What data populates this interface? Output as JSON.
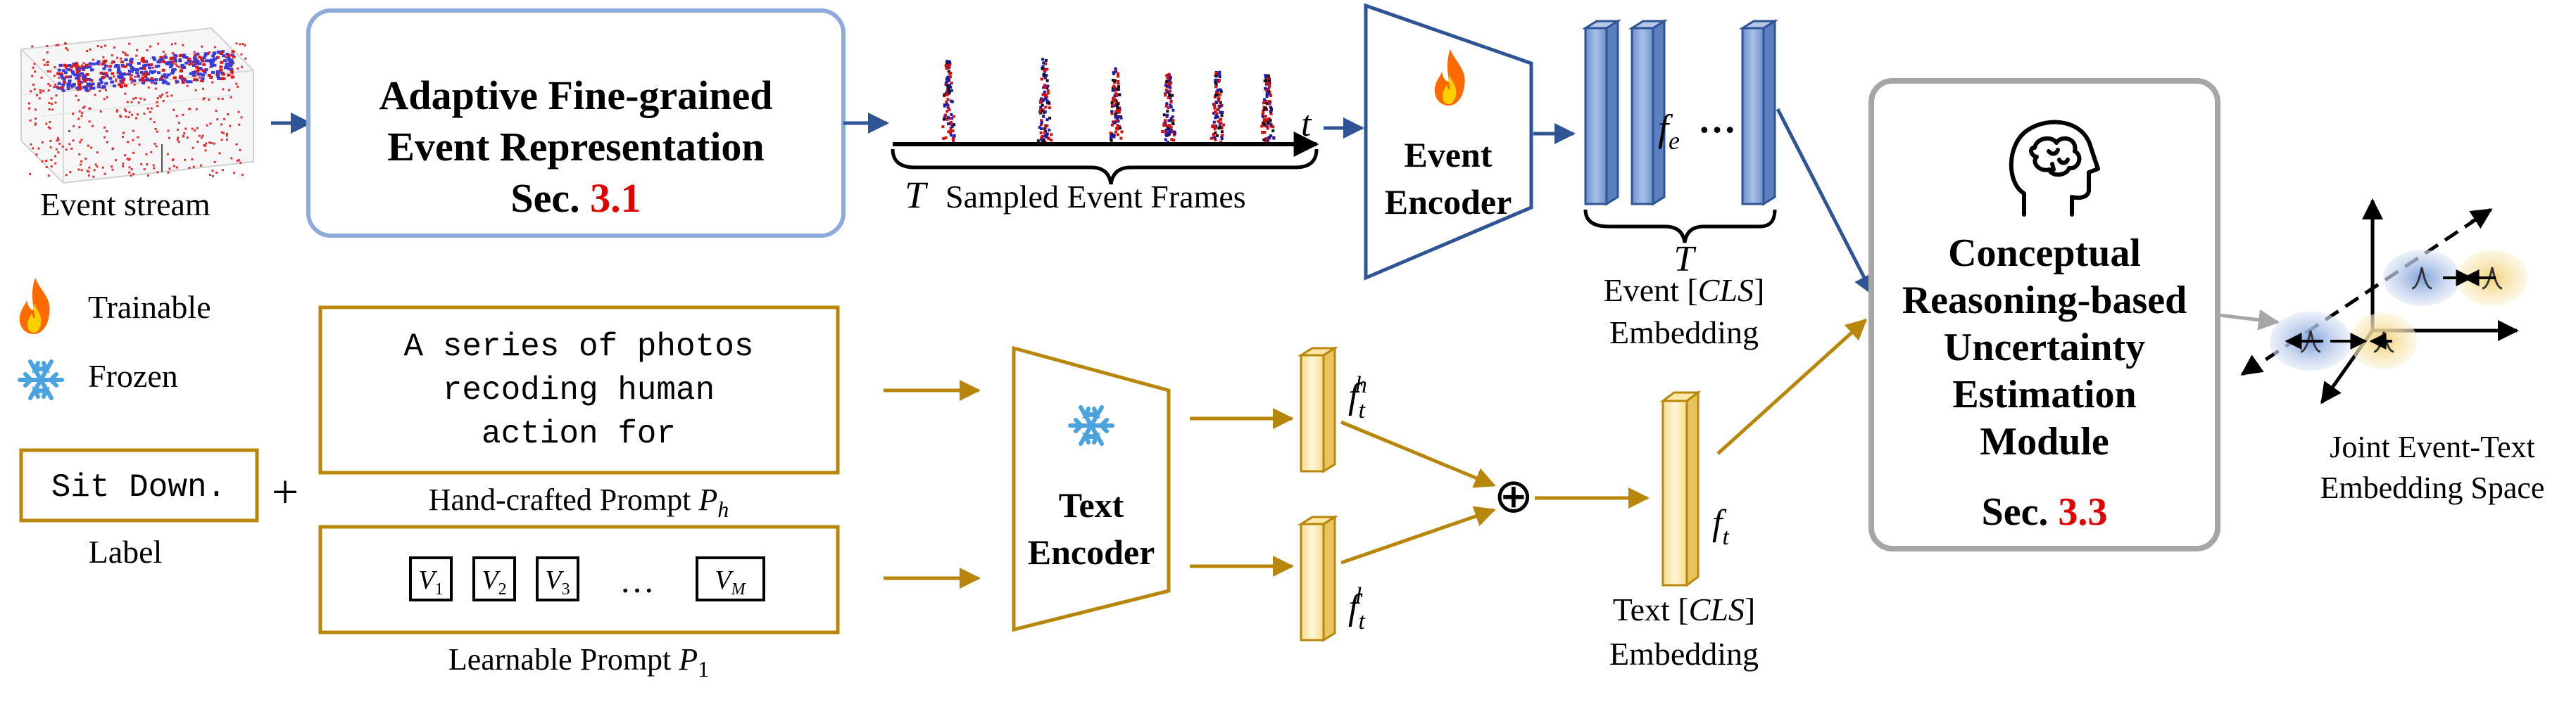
{
  "event_stream": {
    "label": "Event stream"
  },
  "legend": {
    "trainable": {
      "icon": "fire-icon",
      "label": "Trainable"
    },
    "frozen": {
      "icon": "snowflake-icon",
      "label": "Frozen"
    }
  },
  "label_box": {
    "value": "Sit Down.",
    "caption": "Label",
    "plus": "+"
  },
  "adaptive_module": {
    "line1": "Adaptive Fine-grained",
    "line2": "Event Representation",
    "sec_prefix": "Sec. ",
    "sec_ref": "3.1"
  },
  "frames": {
    "symbol": "T",
    "label": "Sampled Event Frames",
    "time": "t"
  },
  "event_encoder": {
    "line1": "Event",
    "line2": "Encoder"
  },
  "event_embedding": {
    "feature_symbol": "f",
    "feature_subscript": "e",
    "ellipsis": "…",
    "count_symbol": "T",
    "caption_prefix": "Event [",
    "caption_token": "CLS",
    "caption_suffix": "]",
    "caption_line2": "Embedding"
  },
  "prompts": {
    "handcrafted_lines": [
      "A series of photos",
      "recoding human",
      "action for"
    ],
    "handcrafted_caption": "Hand-crafted Prompt ",
    "handcrafted_symbol": "P",
    "handcrafted_subscript": "h",
    "learnable_tokens": [
      {
        "symbol": "V",
        "subscript": "1"
      },
      {
        "symbol": "V",
        "subscript": "2"
      },
      {
        "symbol": "V",
        "subscript": "3"
      }
    ],
    "learnable_ellipsis": "…",
    "learnable_last": {
      "symbol": "V",
      "subscript": "M"
    },
    "learnable_caption": "Learnable Prompt ",
    "learnable_symbol": "P",
    "learnable_subscript": "1"
  },
  "text_encoder": {
    "line1": "Text",
    "line2": "Encoder"
  },
  "text_features": {
    "high": {
      "symbol": "f",
      "subscript": "t",
      "superscript": "h"
    },
    "low": {
      "symbol": "f",
      "subscript": "t",
      "superscript": "l"
    },
    "fused": {
      "symbol": "f",
      "subscript": "t"
    },
    "combine": "⊕",
    "caption_prefix": "Text [",
    "caption_token": "CLS",
    "caption_suffix": "]",
    "caption_line2": "Embedding"
  },
  "uncertainty_module": {
    "icon": "brain-head-icon",
    "lines": [
      "Conceptual",
      "Reasoning-based",
      "Uncertainty",
      "Estimation",
      "Module"
    ],
    "sec_prefix": "Sec. ",
    "sec_ref": "3.3"
  },
  "joint_space": {
    "line1": "Joint Event-Text",
    "line2": "Embedding Space"
  },
  "colors": {
    "blue_arrow": "#2f5496",
    "gold": "#b8860b",
    "module_border": "#8eaadb",
    "uncertainty_border": "#a6a6a6",
    "section_red": "#e00000",
    "event_bar": "#8eaadb",
    "text_bar": "#fff2cc"
  }
}
